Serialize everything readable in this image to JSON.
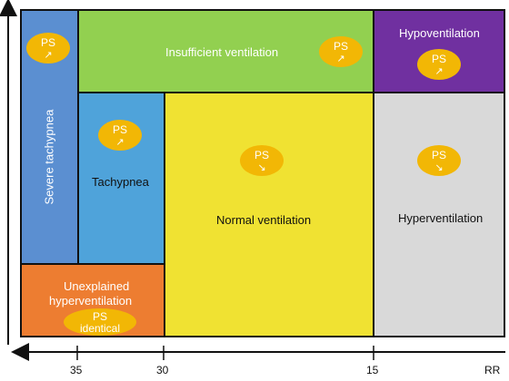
{
  "regions": {
    "severe_tachypnea": {
      "label": "Severe tachypnea",
      "color": "#5b8fd1"
    },
    "insufficient_ventilation": {
      "label": "Insufficient ventilation",
      "color": "#92d050"
    },
    "hypoventilation": {
      "label": "Hypoventilation",
      "color": "#7030a0"
    },
    "tachypnea": {
      "label": "Tachypnea",
      "color": "#4fa3da"
    },
    "normal_ventilation": {
      "label": "Normal ventilation",
      "color": "#f0e232"
    },
    "hyperventilation": {
      "label": "Hyperventilation",
      "color": "#d9d9d9"
    },
    "unexplained_hyperventilation": {
      "label": "Unexplained hyperventilation",
      "line1": "Unexplained",
      "line2": "hyperventilation",
      "color": "#ed7d31"
    }
  },
  "badges": {
    "ps_label": "PS",
    "up_arrow": "↗",
    "down_arrow": "↘",
    "identical_label": "identical",
    "color": "#f2b705"
  },
  "axis": {
    "x_label": "RR",
    "ticks": [
      "35",
      "30",
      "15"
    ]
  }
}
